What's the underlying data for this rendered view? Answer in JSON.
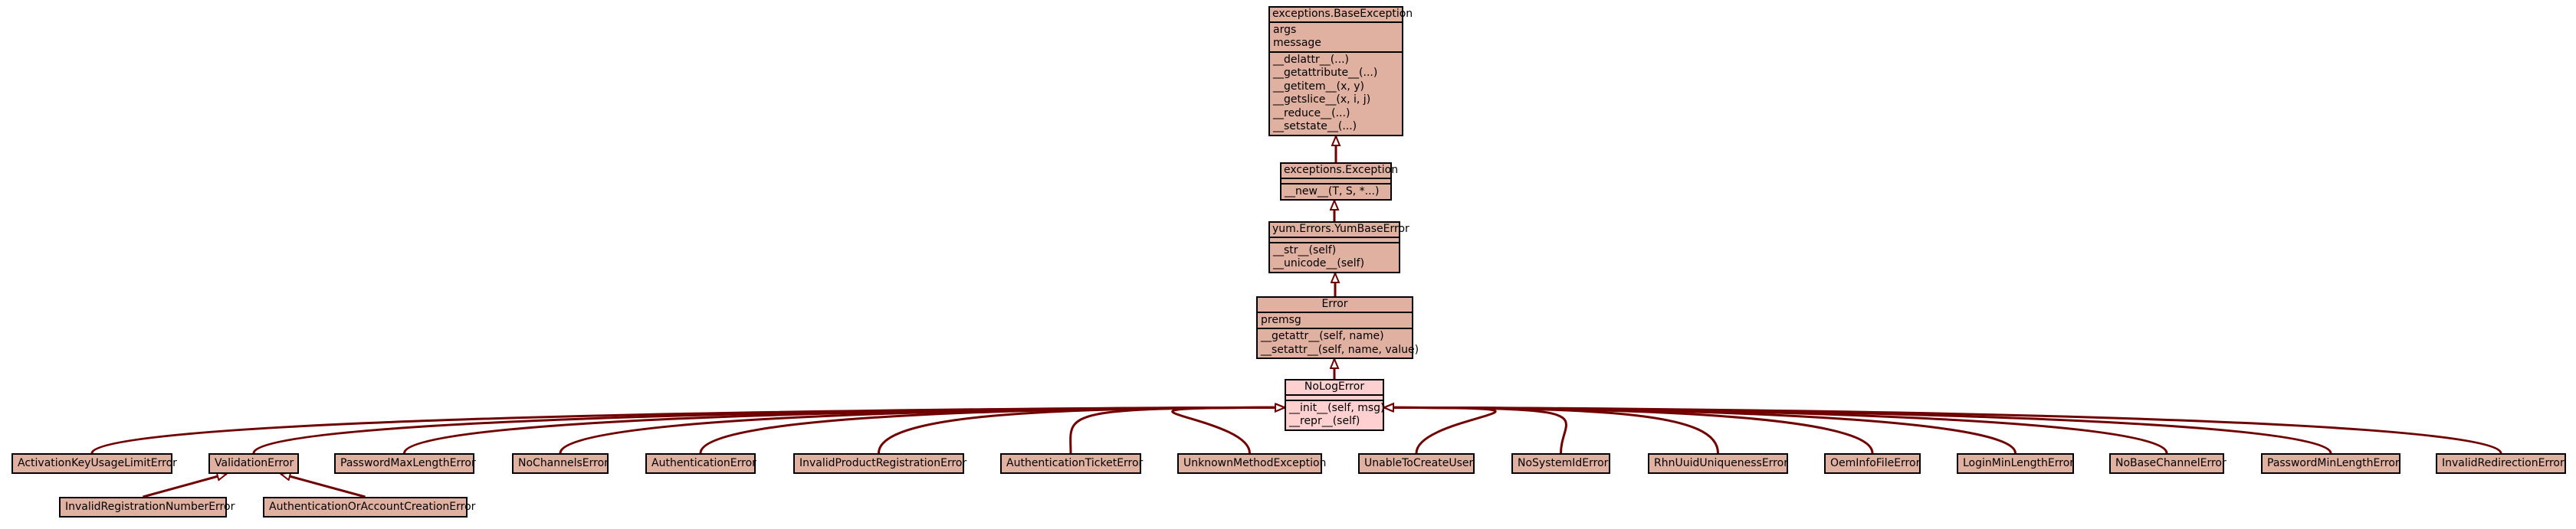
{
  "classes": {
    "base_exception": {
      "name": "exceptions.BaseException",
      "attributes": [
        "args",
        "message"
      ],
      "methods": [
        "__delattr__(...)",
        "__getattribute__(...)",
        "__getitem__(x, y)",
        "__getslice__(x, i, j)",
        "__reduce__(...)",
        "__setstate__(...)"
      ]
    },
    "exception": {
      "name": "exceptions.Exception",
      "attributes": [],
      "methods": [
        "__new__(T, S, *...)"
      ]
    },
    "yum_base_error": {
      "name": "yum.Errors.YumBaseError",
      "attributes": [],
      "methods": [
        "__str__(self)",
        "__unicode__(self)"
      ]
    },
    "error": {
      "name": "Error",
      "attributes": [
        "premsg"
      ],
      "methods": [
        "__getattr__(self, name)",
        "__setattr__(self, name, value)"
      ]
    },
    "no_log_error": {
      "name": "NoLogError",
      "attributes": [],
      "methods": [
        "__init__(self, msg)",
        "__repr__(self)"
      ]
    }
  },
  "subclasses": [
    "ActivationKeyUsageLimitError",
    "ValidationError",
    "PasswordMaxLengthError",
    "NoChannelsError",
    "AuthenticationError",
    "InvalidProductRegistrationError",
    "AuthenticationTicketError",
    "UnknownMethodException",
    "UnableToCreateUser",
    "NoSystemIdError",
    "RhnUuidUniquenessError",
    "OemInfoFileError",
    "LoginMinLengthError",
    "NoBaseChannelError",
    "PasswordMinLengthError",
    "InvalidRedirectionError"
  ],
  "validation_subclasses": [
    "InvalidRegistrationNumberError",
    "AuthenticationOrAccountCreationError"
  ],
  "colors": {
    "box_fill": "#e0b0a0",
    "highlight_fill": "#ffd0d0",
    "edge": "#700000",
    "border": "#000000"
  }
}
